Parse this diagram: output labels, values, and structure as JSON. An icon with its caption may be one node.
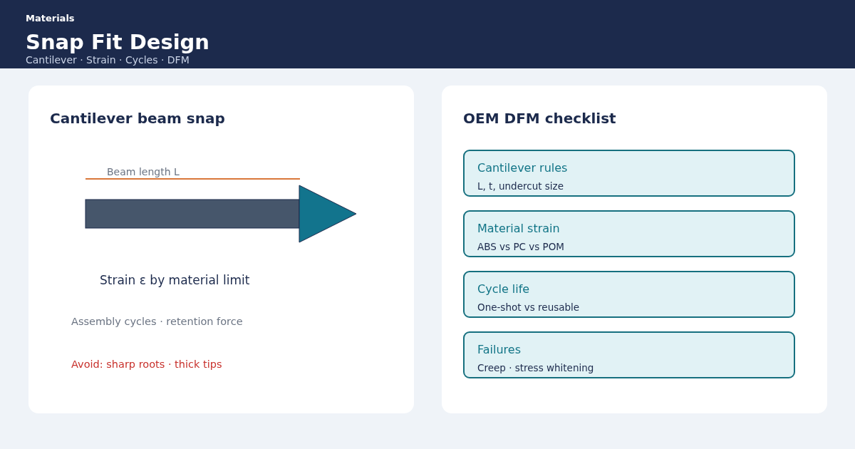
{
  "diagram": {
    "title": "Snap Fit Design",
    "nodes": [
      {
        "text": [
          "Cantilever beam snap"
        ]
      },
      {
        "text": [
          "OEM DFM checklist"
        ]
      },
      {
        "text": [
          "Cantilever rules",
          "L, t, undercut size"
        ],
        "in": 1
      },
      {
        "text": [
          "Material strain",
          "ABS vs PC vs POM"
        ],
        "in": 1
      },
      {
        "text": [
          "Cycle life",
          "One-shot vs reusable"
        ],
        "in": 1
      },
      {
        "text": [
          "Failures",
          "Creep · stress whitening"
        ],
        "in": 1
      }
    ],
    "labels": [
      "Materials",
      "Cantilever · Strain · Cycles · DFM",
      "Beam length L",
      "Strain ε by material limit",
      "Assembly cycles · retention force",
      "Avoid: sharp roots · thick tips"
    ]
  }
}
